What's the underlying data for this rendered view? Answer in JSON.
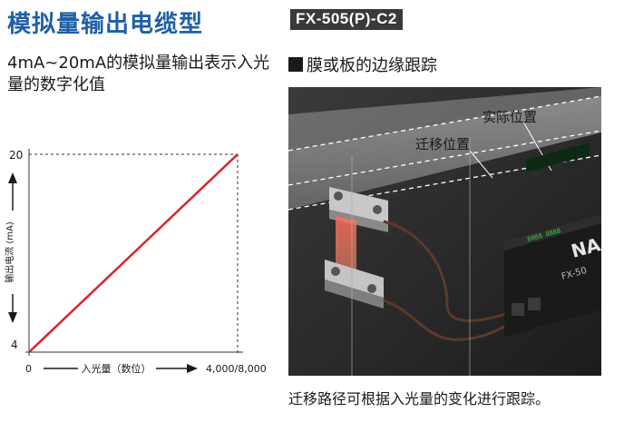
{
  "title": "模拟量输出电缆型",
  "model_tag": "FX-505(P)-C2",
  "description": "4mA~20mA的模拟量输出表示入光量的数字化值",
  "section_heading": "膜或板的边缘跟踪",
  "photo": {
    "label_actual": "实际位置",
    "label_shift": "迁移位置",
    "amp_brand": "NA",
    "amp_model": "FX-50"
  },
  "caption": "迁移路径可根据入光量的变化进行跟踪。",
  "colors": {
    "title": "#1f5fa8",
    "line": "#d9252a",
    "tag_bg": "#3a3a3a"
  },
  "chart_data": {
    "type": "line",
    "x": [
      0,
      4000
    ],
    "y": [
      4,
      20
    ],
    "xtick_labels": [
      "0",
      "4,000/8,000"
    ],
    "ytick_labels": [
      "4",
      "20"
    ],
    "xlabel": "入光量（数位）",
    "ylabel": "输出电流 (mA)",
    "xlim": [
      0,
      4000
    ],
    "ylim": [
      4,
      20
    ],
    "grid": false
  }
}
